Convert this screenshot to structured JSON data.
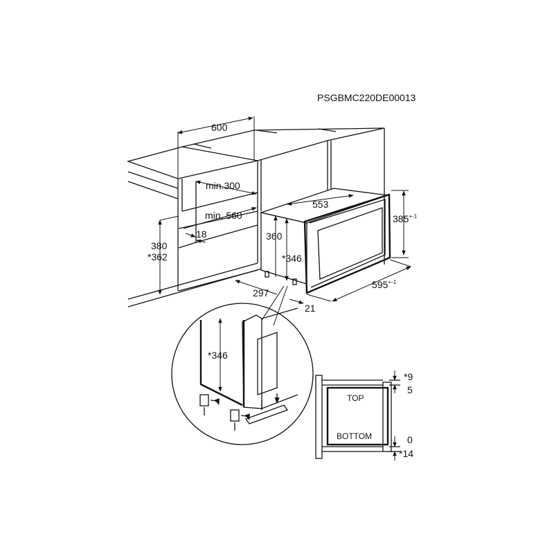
{
  "diagram": {
    "code": "PSGBMC220DE00013",
    "dimensions": {
      "cabinet_width": "600",
      "min_depth_top": "min.300",
      "min_depth": "min. 560",
      "side_gap": "18",
      "niche_height": "380",
      "niche_height_alt": "*362",
      "body_depth": "553",
      "body_height": "360",
      "body_height_alt": "*346",
      "front_height": "385",
      "front_height_tol": "+-1",
      "front_width": "595",
      "front_width_tol": "+-1",
      "foot_depth": "297",
      "frame_depth": "21",
      "detail_height": "*346"
    },
    "front_view": {
      "top_label": "TOP",
      "bottom_label": "BOTTOM",
      "top_offset_alt": "*9",
      "top_offset": "5",
      "bottom_offset": "0",
      "bottom_offset_alt": "*14"
    }
  }
}
